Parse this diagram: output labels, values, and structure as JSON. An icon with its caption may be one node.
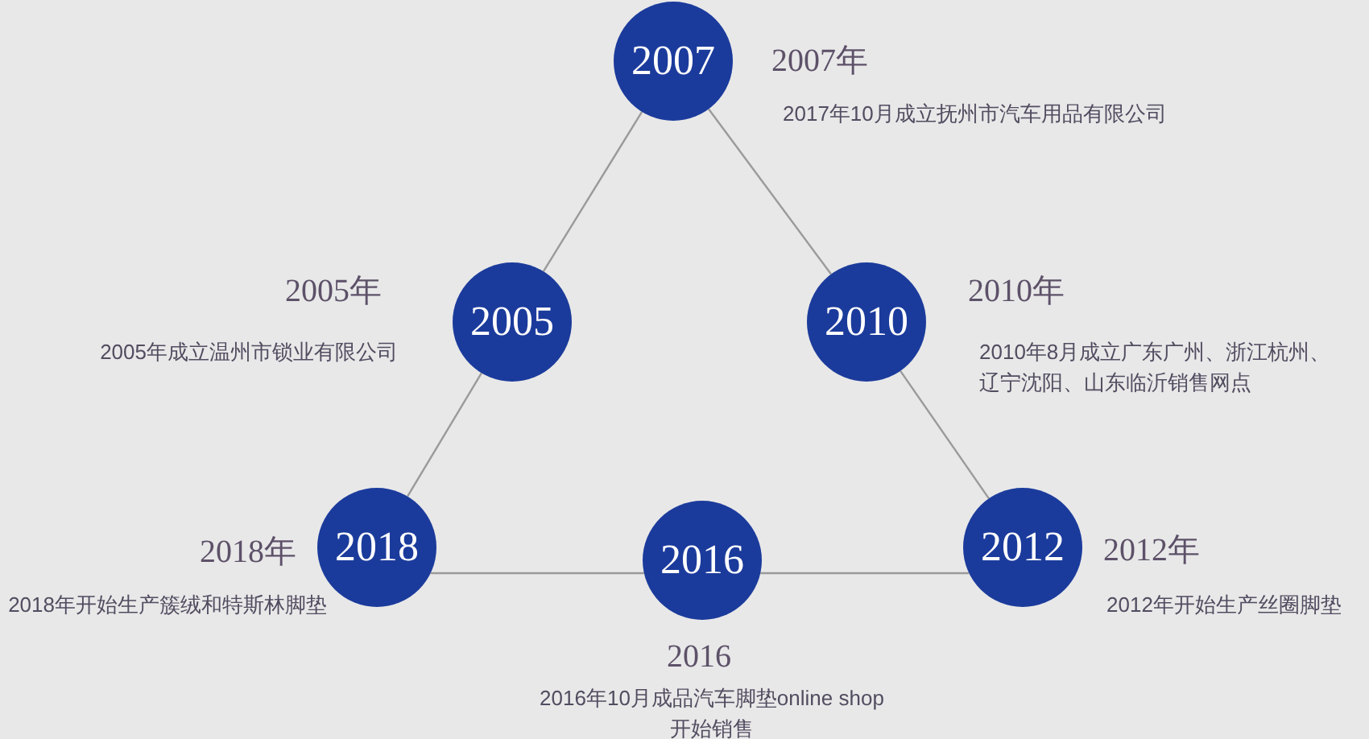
{
  "diagram": {
    "nodes": [
      {
        "text": [
          "2007"
        ],
        "beside": [
          "2007年",
          "2017年10月成立抚州市汽车用品有限公司"
        ]
      },
      {
        "text": [
          "2005"
        ],
        "beside": [
          "2005年",
          "2005年成立温州市锁业有限公司"
        ]
      },
      {
        "text": [
          "2010"
        ],
        "beside": [
          "2010年",
          "2010年8月成立广东广州、浙江杭州、辽宁沈阳、山东临沂销售网点"
        ]
      },
      {
        "text": [
          "2018"
        ],
        "beside": [
          "2018年",
          "2018年开始生产簇绒和特斯林脚垫"
        ]
      },
      {
        "text": [
          "2016"
        ],
        "beside": [
          "2016",
          "2016年10月成品汽车脚垫online shop开始销售"
        ]
      },
      {
        "text": [
          "2012"
        ],
        "beside": [
          "2012年",
          "2012年开始生产丝圈脚垫"
        ]
      }
    ],
    "edges": [
      {
        "from": 0,
        "to": 1,
        "arrow": "none"
      },
      {
        "from": 0,
        "to": 2,
        "arrow": "none"
      },
      {
        "from": 1,
        "to": 3,
        "arrow": "none"
      },
      {
        "from": 2,
        "to": 5,
        "arrow": "none"
      },
      {
        "from": 3,
        "to": 4,
        "arrow": "none"
      },
      {
        "from": 4,
        "to": 5,
        "arrow": "none"
      }
    ]
  }
}
